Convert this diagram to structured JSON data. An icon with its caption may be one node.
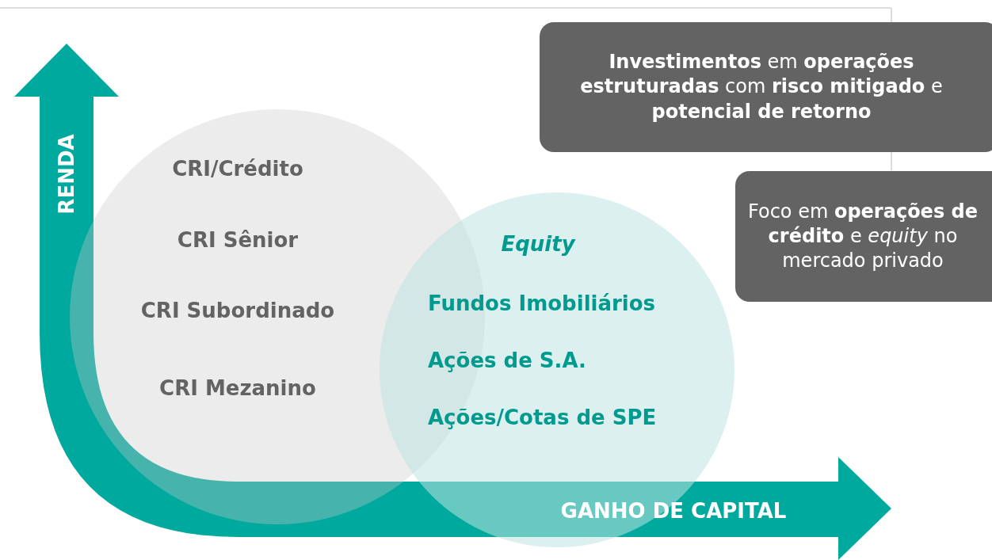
{
  "diagram": {
    "nodes": [
      {
        "text": [
          "CRI/Crédito",
          "CRI Sênior",
          "CRI Subordinado",
          "CRI Mezanino"
        ]
      },
      {
        "text": [
          "Equity",
          "Fundos Imobiliários",
          "Ações de S.A.",
          "Ações/Cotas de SPE"
        ]
      },
      {
        "text": [
          "**Investimentos** em **operações estruturadas** com **risco mitigado** e **potencial de retorno**"
        ]
      },
      {
        "text": [
          "Foco em **operações de crédito** e *equity* no mercado privado"
        ]
      }
    ],
    "edges": [],
    "labels": [
      "RENDA",
      "GANHO DE CAPITAL"
    ]
  }
}
